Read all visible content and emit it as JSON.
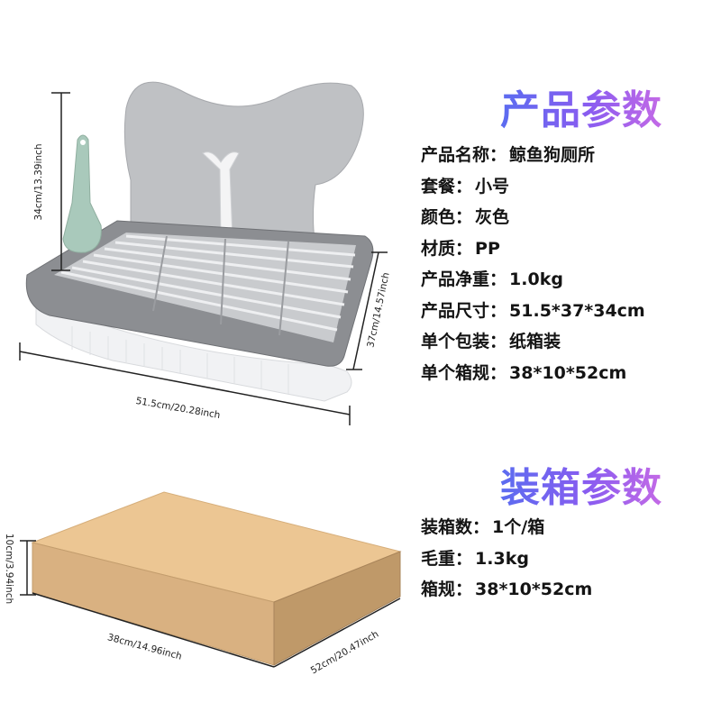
{
  "product_section": {
    "heading": "产品参数",
    "specs": [
      {
        "label": "产品名称",
        "value": "鲸鱼狗厕所"
      },
      {
        "label": "套餐",
        "value": "小号"
      },
      {
        "label": "颜色",
        "value": "灰色"
      },
      {
        "label": "材质",
        "value": "PP"
      },
      {
        "label": "产品净重",
        "value": "1.0kg"
      },
      {
        "label": "产品尺寸",
        "value": "51.5*37*34cm"
      },
      {
        "label": "单个包装",
        "value": "纸箱装"
      },
      {
        "label": "单个箱规",
        "value": "38*10*52cm"
      }
    ],
    "dimensions": {
      "height": "34cm/13.39inch",
      "depth": "37cm/14.57inch",
      "width": "51.5cm/20.28inch"
    }
  },
  "packing_section": {
    "heading": "装箱参数",
    "specs": [
      {
        "label": "装箱数",
        "value": "1个/箱"
      },
      {
        "label": "毛重",
        "value": "1.3kg"
      },
      {
        "label": "箱规",
        "value": "38*10*52cm"
      }
    ],
    "dimensions": {
      "height": "10cm/3.94inch",
      "width": "38cm/14.96inch",
      "depth": "52cm/20.47inch"
    }
  },
  "colors": {
    "heading_gradient_start": "#5b6cf0",
    "heading_gradient_end": "#c46ae6",
    "tray_gray": "#8c8e92",
    "backboard_gray": "#bfc1c4",
    "box_top": "#ecc693",
    "box_front": "#d9b181",
    "box_side": "#bf9969"
  }
}
